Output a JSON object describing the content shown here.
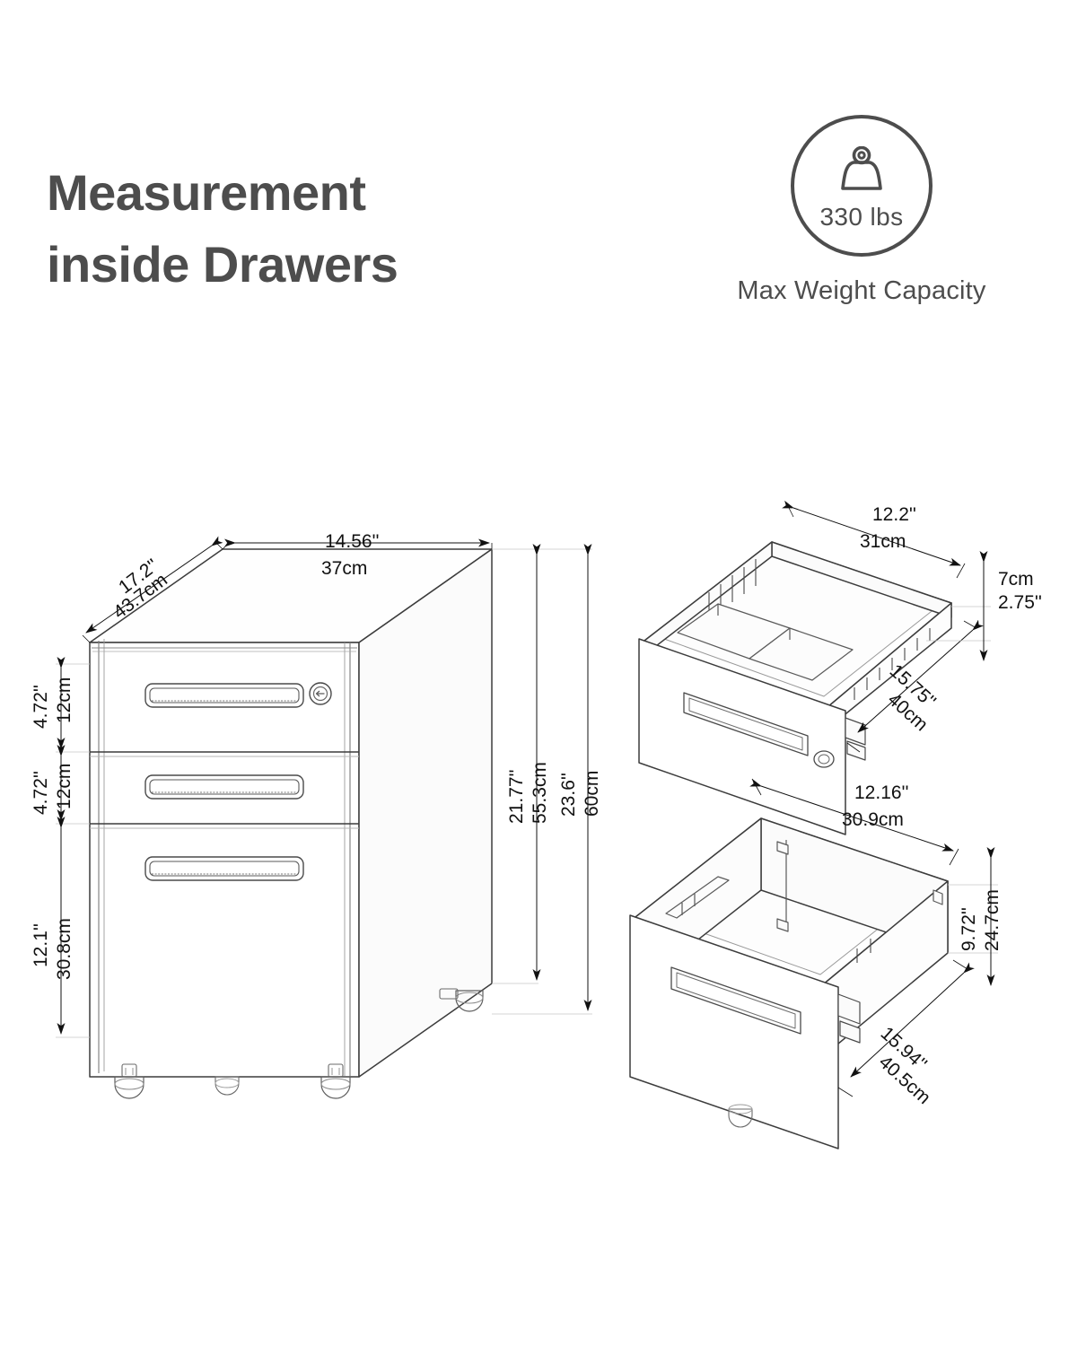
{
  "page": {
    "background": "#ffffff",
    "ink": "#111111",
    "text_color": "#4d4d4d"
  },
  "header": {
    "title": "Measurement\ninside Drawers",
    "title_line_1": "Measurement",
    "title_line_2": "inside Drawers"
  },
  "badge": {
    "icon": "weight-icon",
    "value": "330 lbs",
    "caption": "Max Weight Capacity"
  },
  "cabinet": {
    "name": "3-drawer mobile file cabinet",
    "top": {
      "depth_in": "17.2''",
      "depth_cm": "43.7cm",
      "width_in": "14.56''",
      "width_cm": "37cm"
    },
    "drawers": [
      {
        "name": "top-drawer",
        "height_in": "4.72''",
        "height_cm": "12cm"
      },
      {
        "name": "middle-drawer",
        "height_in": "4.72''",
        "height_cm": "12cm"
      },
      {
        "name": "bottom-file-drawer",
        "height_in": "12.1''",
        "height_cm": "30.8cm"
      }
    ],
    "heights": {
      "body_in": "21.77''",
      "body_cm": "55.3cm",
      "total_in": "23.6''",
      "total_cm": "60cm"
    },
    "features": {
      "lock": "lock-icon",
      "casters": 4
    }
  },
  "pencil_drawer": {
    "name": "shallow-organizer-drawer",
    "width_in": "12.2''",
    "width_cm": "31cm",
    "depth_in": "15.75''",
    "depth_cm": "40cm",
    "height_cm": "7cm",
    "height_in": "2.75''"
  },
  "file_drawer": {
    "name": "deep-file-drawer",
    "width_in": "12.16''",
    "width_cm": "30.9cm",
    "depth_in": "15.94''",
    "depth_cm": "40.5cm",
    "height_in": "9.72''",
    "height_cm": "24.7cm"
  }
}
